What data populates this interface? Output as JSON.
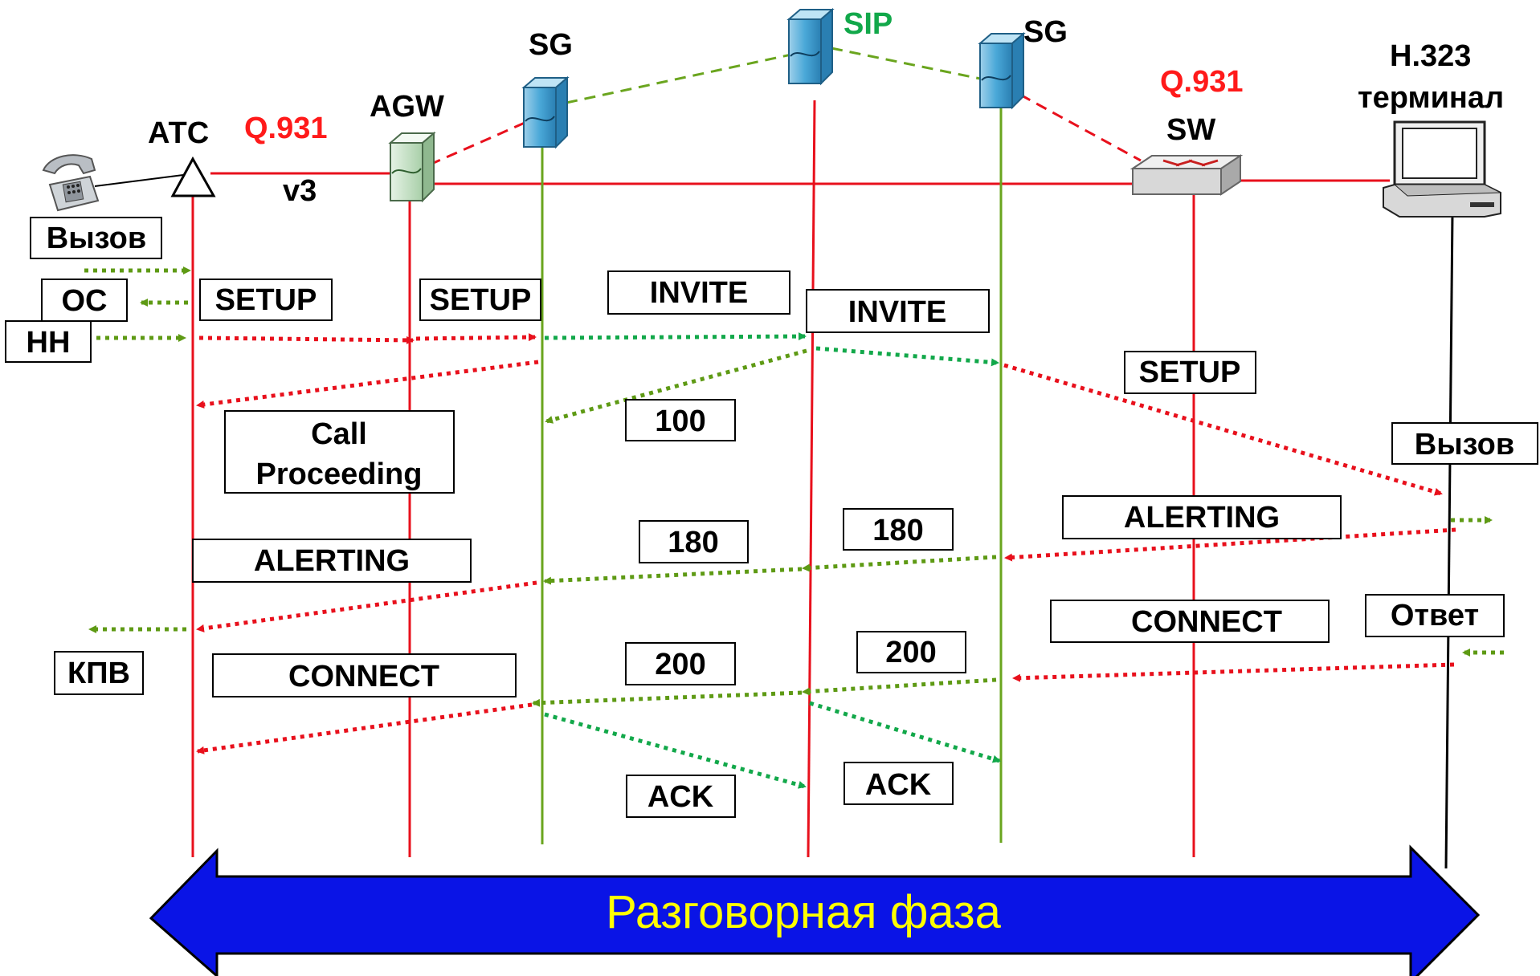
{
  "nodes": {
    "atc": "АТС",
    "agw": "AGW",
    "sg_left": "SG",
    "sip": "SIP",
    "sg_right": "SG",
    "sw": "SW",
    "h323_line1": "H.323",
    "h323_line2": "терминал"
  },
  "link_labels": {
    "q931_left": "Q.931",
    "v3": "v3",
    "q931_right": "Q.931"
  },
  "messages": {
    "call_left": "Вызов",
    "oc": "ОС",
    "nn": "НН",
    "setup_atc": "SETUP",
    "setup_agw": "SETUP",
    "invite_1": "INVITE",
    "invite_2": "INVITE",
    "setup_sw": "SETUP",
    "m100": "100",
    "call_proceeding_1": "Call",
    "call_proceeding_2": "Proceeding",
    "call_right": "Вызов",
    "alerting_sw": "ALERTING",
    "m180_a": "180",
    "m180_b": "180",
    "alerting_atc": "ALERTING",
    "connect_sw": "CONNECT",
    "answer": "Ответ",
    "kpv": "КПВ",
    "m200_a": "200",
    "m200_b": "200",
    "connect_atc": "CONNECT",
    "ack_1": "ACK",
    "ack_2": "ACK"
  },
  "phase": {
    "label": "Разговорная фаза"
  },
  "colors": {
    "isdn": "#e8101c",
    "sip": "#6aa51e",
    "sip_green": "#12a84a",
    "signal": "#5e9a14",
    "arrow_fill": "#0a14e6",
    "arrow_text": "#ffff00",
    "q931_text": "#ff1a1a",
    "sip_text": "#12a84a"
  },
  "icons": {
    "phone": "telephone-icon",
    "atc": "exchange-triangle-icon",
    "agw": "access-gateway-icon",
    "sg": "signaling-gateway-icon",
    "sip": "sip-server-icon",
    "sw": "switch-icon",
    "terminal": "h323-terminal-icon"
  }
}
